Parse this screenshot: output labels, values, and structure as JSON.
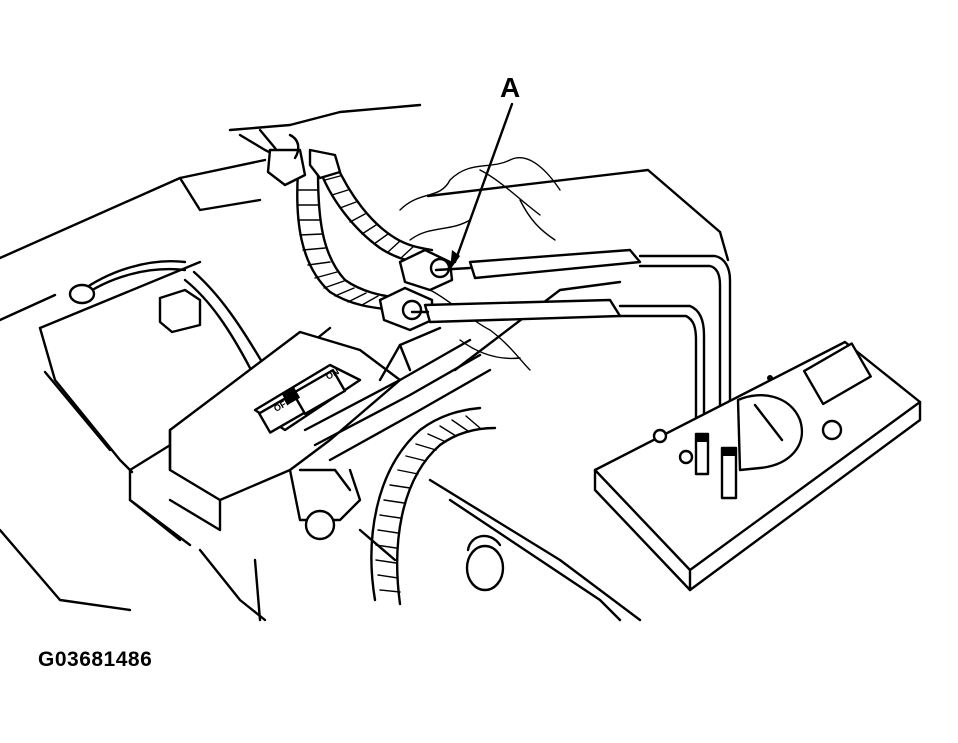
{
  "diagram": {
    "callout_label": "A",
    "figure_id": "G03681486",
    "meter_switch_labels": [
      "ON",
      "OFF"
    ]
  }
}
